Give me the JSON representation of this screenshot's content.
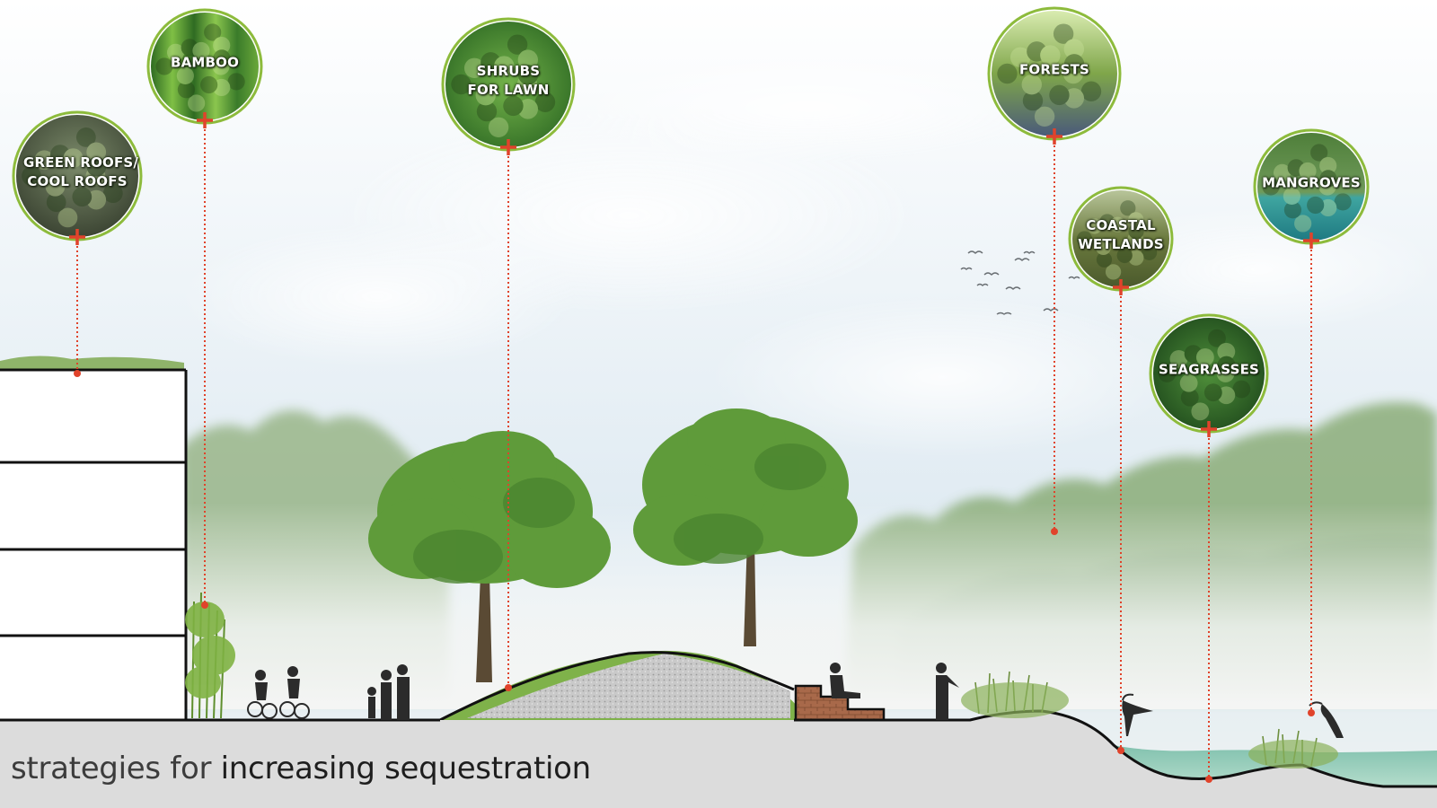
{
  "diagram": {
    "caption_prefix": "strategies for",
    "caption_emphasis": "increasing sequestration",
    "strategies": [
      {
        "id": "green-roofs",
        "label_lines": [
          "GREEN ROOFS/",
          "COOL ROOFS"
        ],
        "theme": "roof"
      },
      {
        "id": "bamboo",
        "label_lines": [
          "BAMBOO"
        ],
        "theme": "bamboo"
      },
      {
        "id": "shrubs",
        "label_lines": [
          "SHRUBS",
          "FOR LAWN"
        ],
        "theme": "shrub"
      },
      {
        "id": "forests",
        "label_lines": [
          "FORESTS"
        ],
        "theme": "forest"
      },
      {
        "id": "coastal-wetlands",
        "label_lines": [
          "COASTAL",
          "WETLANDS"
        ],
        "theme": "wetland"
      },
      {
        "id": "seagrasses",
        "label_lines": [
          "SEAGRASSES"
        ],
        "theme": "seagrass"
      },
      {
        "id": "mangroves",
        "label_lines": [
          "MANGROVES"
        ],
        "theme": "mangrove"
      }
    ]
  },
  "colors": {
    "leader_line": "#e0432b",
    "bubble_ring": "#8dbb3c",
    "ground": "#dcdcdc",
    "outline": "#111111"
  }
}
